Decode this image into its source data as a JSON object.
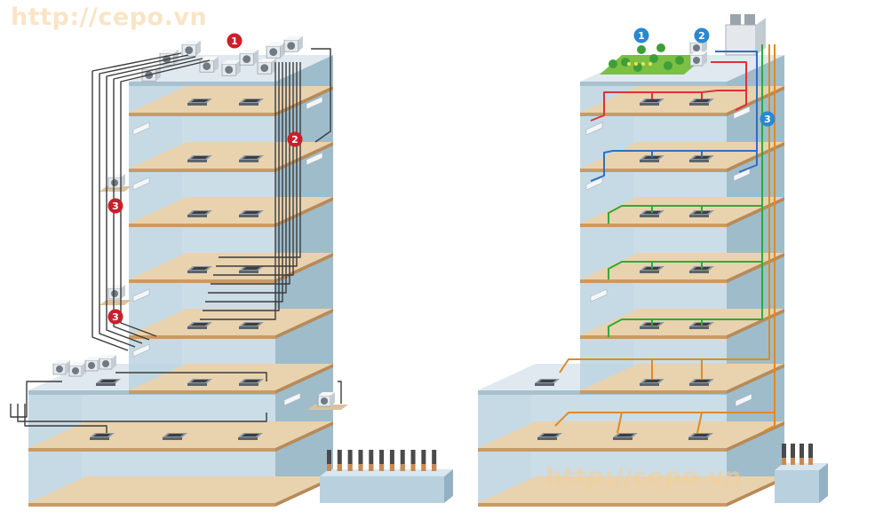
{
  "watermarks": {
    "top_left": "http://cepo.vn",
    "bottom_center": "http://cepo.vn"
  },
  "left_building": {
    "badges": [
      "1",
      "2",
      "3",
      "3"
    ],
    "badge_color": "#c8202b",
    "pipe_color": "#3b3b3b"
  },
  "right_building": {
    "badges": [
      "1",
      "2",
      "3"
    ],
    "badge_color": "#2a88cf",
    "pipe_colors": [
      "#e0303a",
      "#2f6fc0",
      "#2faa3c",
      "#2faa3c",
      "#2faa3c",
      "#e08a22",
      "#e08a22"
    ]
  },
  "colors": {
    "floor": "#e9d2ae",
    "floor_edge": "#c99a66",
    "wall": "#bcd3e0",
    "roof": "#dfe9ef"
  }
}
